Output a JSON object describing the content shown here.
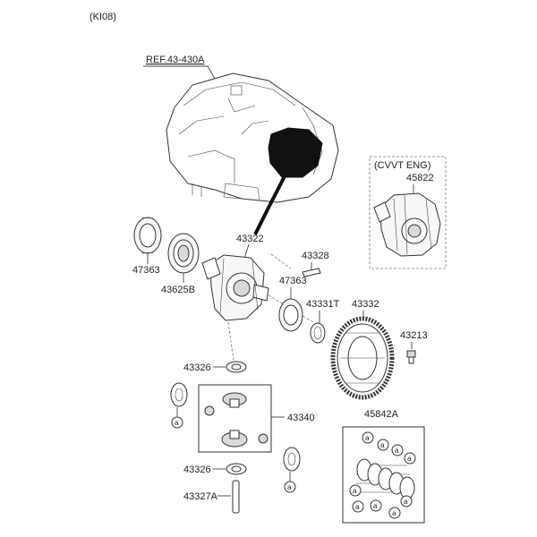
{
  "header": {
    "model_code": "(KI08)"
  },
  "labels": {
    "ref": "REF.43-430A",
    "cvvt_title": "(CVVT ENG)",
    "p45822": "45822",
    "p43322": "43322",
    "p43328": "43328",
    "p47363_a": "47363",
    "p43625b": "43625B",
    "p47363_b": "47363",
    "p43331t": "43331T",
    "p43332": "43332",
    "p43213": "43213",
    "p43326_a": "43326",
    "p43340": "43340",
    "p45842a": "45842A",
    "p43326_b": "43326",
    "p43327a": "43327A"
  },
  "callout_letter": "a",
  "colors": {
    "line": "#444444",
    "text": "#222222",
    "fill": "#f7f7f7",
    "dark": "#111111"
  }
}
